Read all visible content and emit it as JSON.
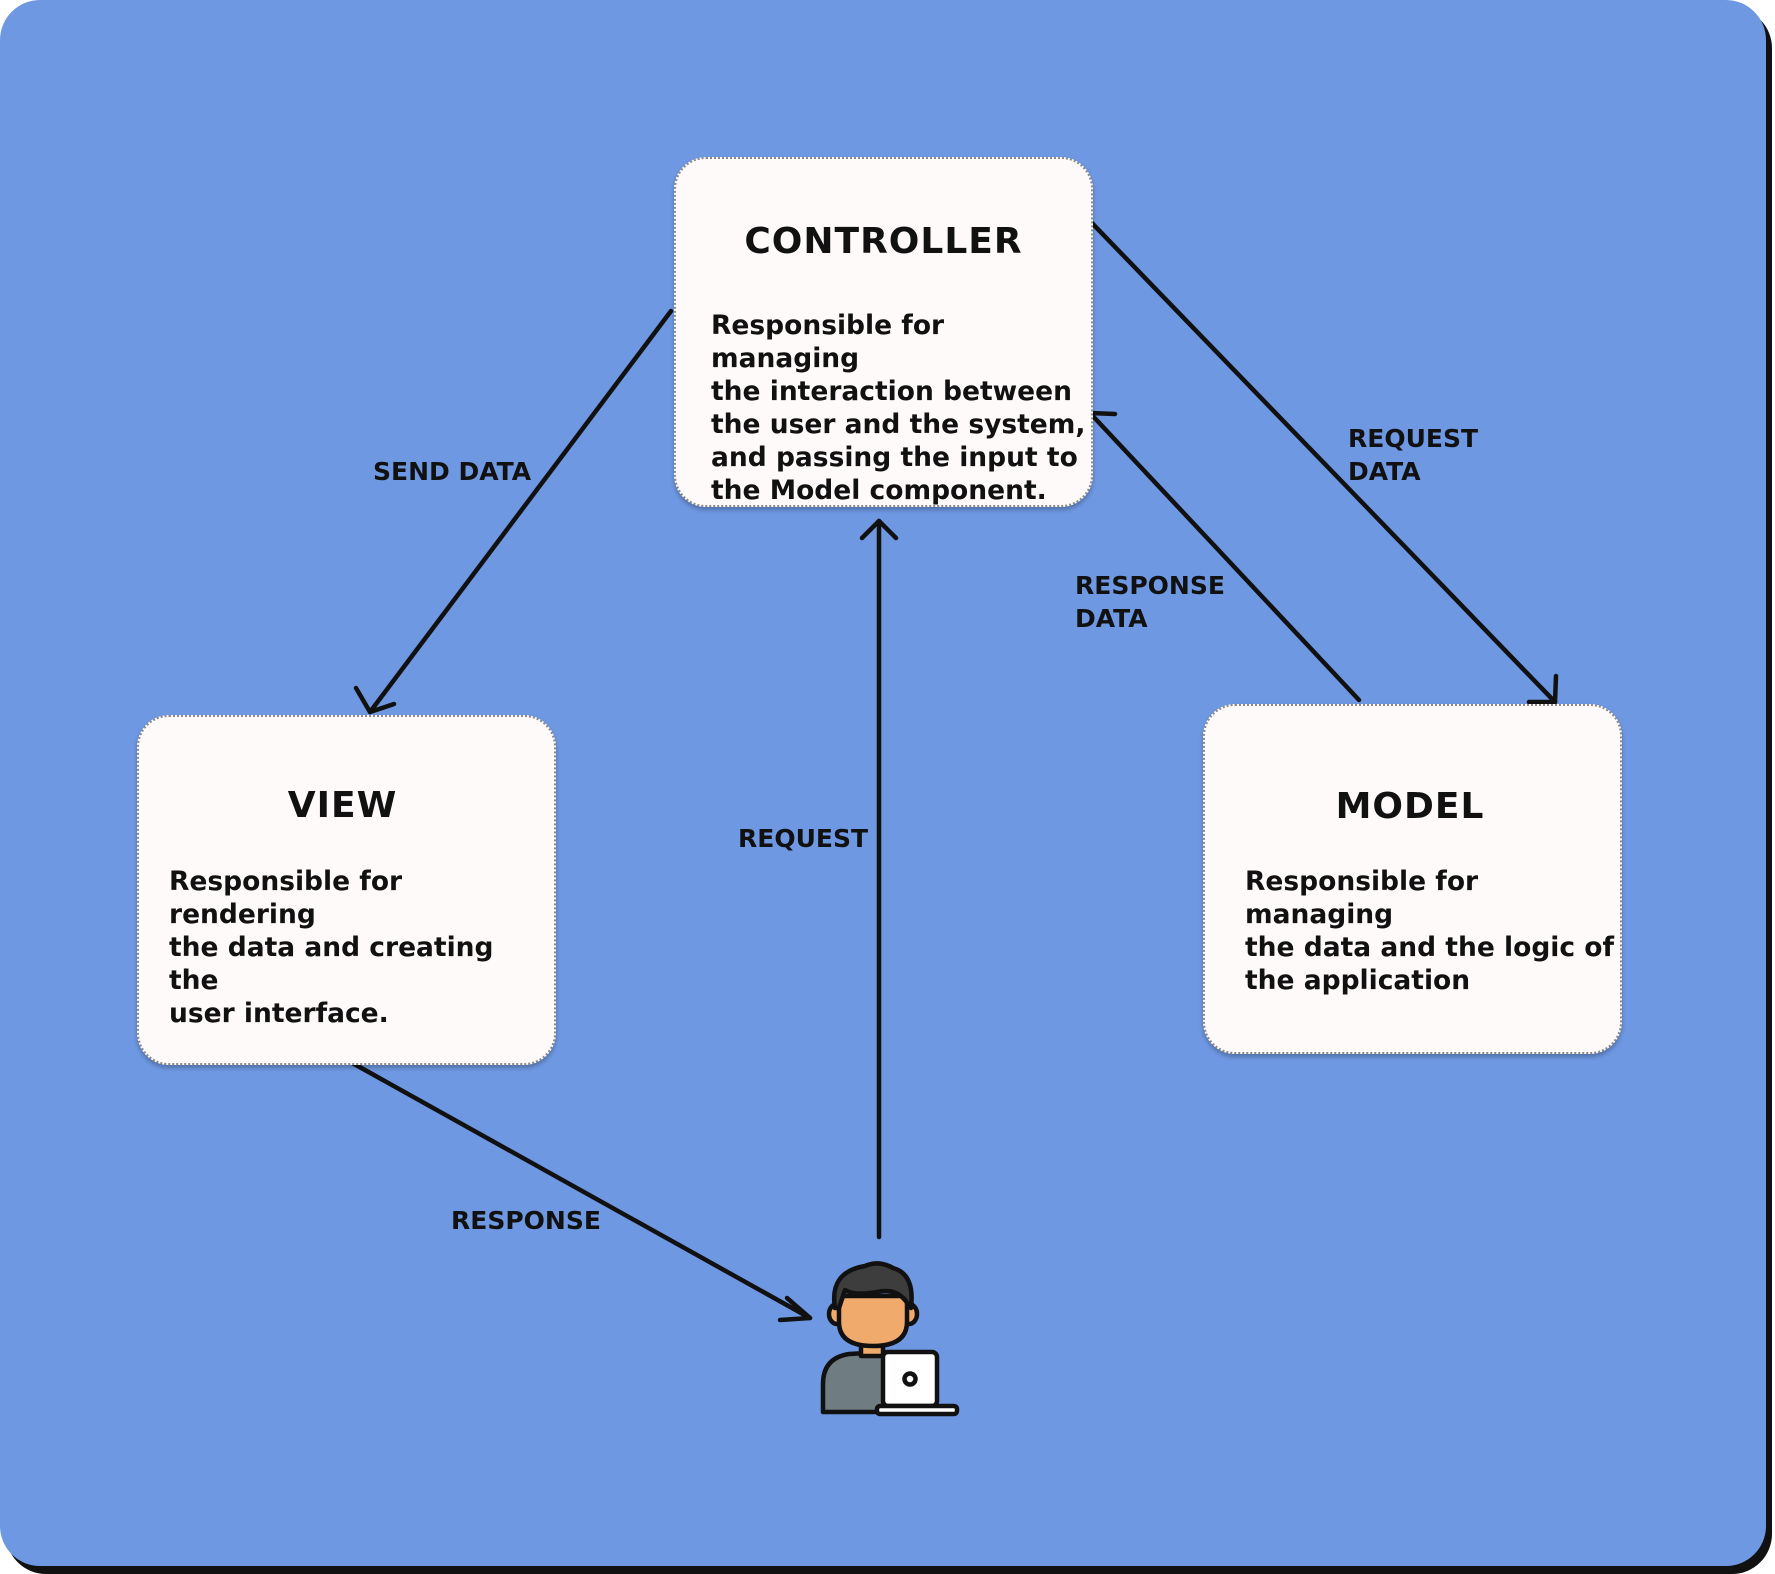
{
  "controller": {
    "title": "CONTROLLER",
    "description": "Responsible for managing\nthe interaction between\nthe user and the system,\nand passing the input to\nthe Model component."
  },
  "view": {
    "title": "VIEW",
    "description": "Responsible for rendering\nthe data and creating the\nuser interface."
  },
  "model": {
    "title": "MODEL",
    "description": "Responsible for managing\nthe data and the logic of\nthe application"
  },
  "flows": {
    "send_data": "SEND DATA",
    "request_data": "REQUEST\nDATA",
    "response_data": "RESPONSE\nDATA",
    "request": "REQUEST",
    "response": "RESPONSE"
  },
  "icons": {
    "user": "user-with-laptop-icon"
  },
  "colors": {
    "background": "#6e98e2",
    "box_fill": "#fffafa",
    "ink": "#111111",
    "skin": "#f0aa6c",
    "hair": "#3d3d3d",
    "shirt": "#6f7c82"
  }
}
